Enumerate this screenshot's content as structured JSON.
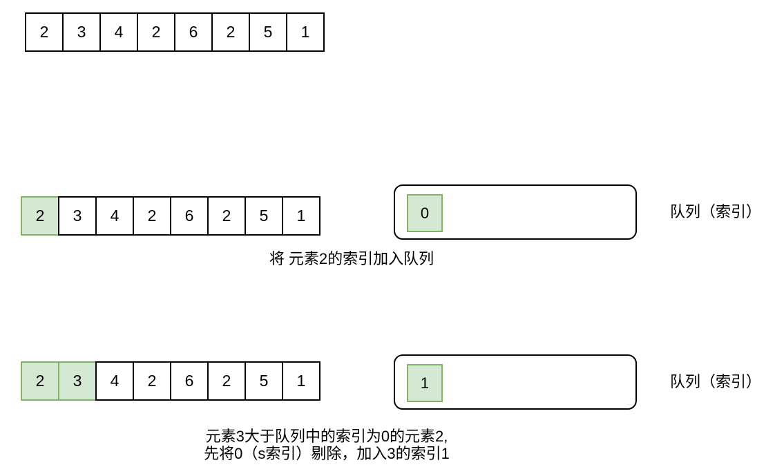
{
  "colors": {
    "highlight_fill": "#d5e8d4",
    "highlight_stroke": "#82b366",
    "stroke": "#000000"
  },
  "array": {
    "values": [
      "2",
      "3",
      "4",
      "2",
      "6",
      "2",
      "5",
      "1"
    ]
  },
  "step1": {
    "highlighted_indices": [
      0
    ],
    "queue_items": [
      "0"
    ],
    "queue_label": "队列（索引）",
    "caption": "将 元素2的索引加入队列"
  },
  "step2": {
    "highlighted_indices": [
      0,
      1
    ],
    "queue_items": [
      "1"
    ],
    "queue_label": "队列（索引）",
    "caption_line1": "元素3大于队列中的索引为0的元素2,",
    "caption_line2": "先将0（s索引）剔除，加入3的索引1"
  }
}
